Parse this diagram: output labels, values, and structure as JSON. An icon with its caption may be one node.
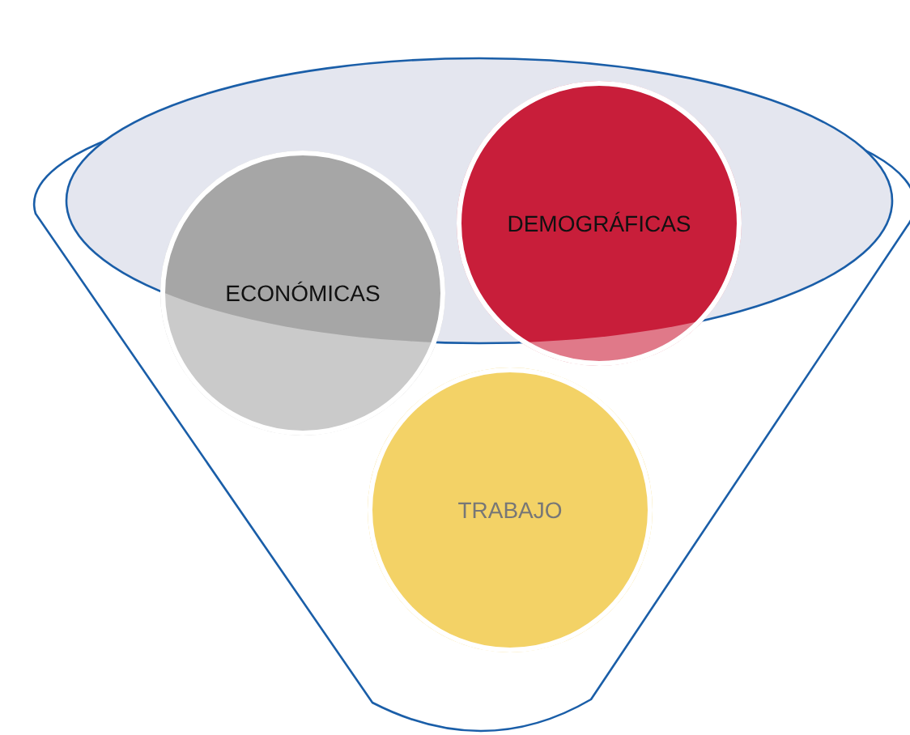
{
  "diagram": {
    "nodes": [
      {
        "text": [
          "ECONÓMICAS"
        ]
      },
      {
        "text": [
          "DEMOGRÁFICAS"
        ]
      },
      {
        "text": [
          "TRABAJO"
        ]
      }
    ]
  }
}
